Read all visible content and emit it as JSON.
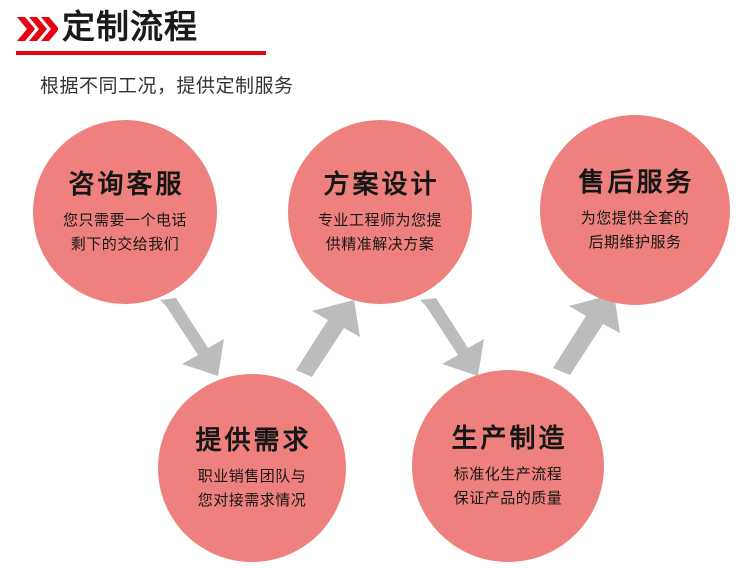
{
  "header": {
    "chevron_icon": "triple-chevron-right-icon",
    "title": "定制流程",
    "underline_color": "#e60012",
    "chevron_color": "#e60012",
    "title_color": "#1a1a1a"
  },
  "subtitle": "根据不同工况，提供定制服务",
  "theme": {
    "circle_color": "#ee817e",
    "arrow_color": "#bcbcbc",
    "background": "#ffffff"
  },
  "steps": [
    {
      "id": "step-1",
      "title": "咨询客服",
      "desc_line1": "您只需要一个电话",
      "desc_line2": "剩下的交给我们"
    },
    {
      "id": "step-2",
      "title": "方案设计",
      "desc_line1": "专业工程师为您提",
      "desc_line2": "供精准解决方案"
    },
    {
      "id": "step-3",
      "title": "售后服务",
      "desc_line1": "为您提供全套的",
      "desc_line2": "后期维护服务"
    },
    {
      "id": "step-4",
      "title": "提供需求",
      "desc_line1": "职业销售团队与",
      "desc_line2": "您对接需求情况"
    },
    {
      "id": "step-5",
      "title": "生产制造",
      "desc_line1": "标准化生产流程",
      "desc_line2": "保证产品的质量"
    }
  ],
  "arrows": [
    {
      "id": "arrow-1",
      "icon": "arrow-down-right-icon",
      "from": "咨询客服",
      "to": "提供需求"
    },
    {
      "id": "arrow-2",
      "icon": "arrow-up-right-icon",
      "from": "提供需求",
      "to": "方案设计"
    },
    {
      "id": "arrow-3",
      "icon": "arrow-down-right-icon",
      "from": "方案设计",
      "to": "生产制造"
    },
    {
      "id": "arrow-4",
      "icon": "arrow-up-right-icon",
      "from": "生产制造",
      "to": "售后服务"
    }
  ]
}
